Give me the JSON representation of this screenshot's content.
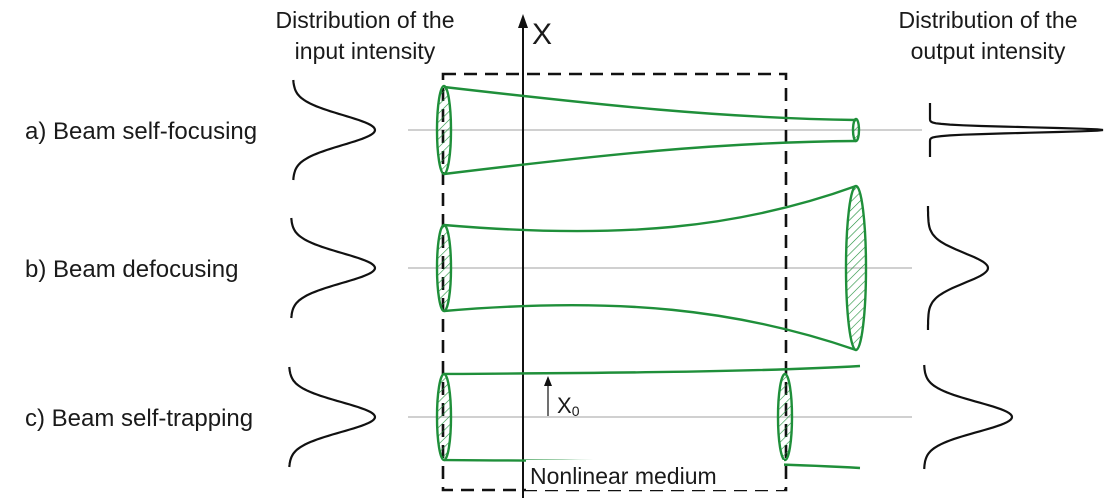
{
  "diagram": {
    "input_heading": [
      "Distribution of the",
      "input intensity"
    ],
    "output_heading": [
      "Distribution of the",
      "output intensity"
    ],
    "axis_label": "X",
    "medium_label": "Nonlinear medium",
    "x0_label": "X",
    "x0_subscript": "0",
    "cases": [
      {
        "label": "a) Beam self-focusing"
      },
      {
        "label": "b) Beam defocusing"
      },
      {
        "label": "c) Beam self-trapping"
      }
    ],
    "colors": {
      "beam": "#1f8f3a",
      "axis_line": "#b4b4b4",
      "ink": "#111111",
      "text": "#1a1a1a"
    }
  }
}
